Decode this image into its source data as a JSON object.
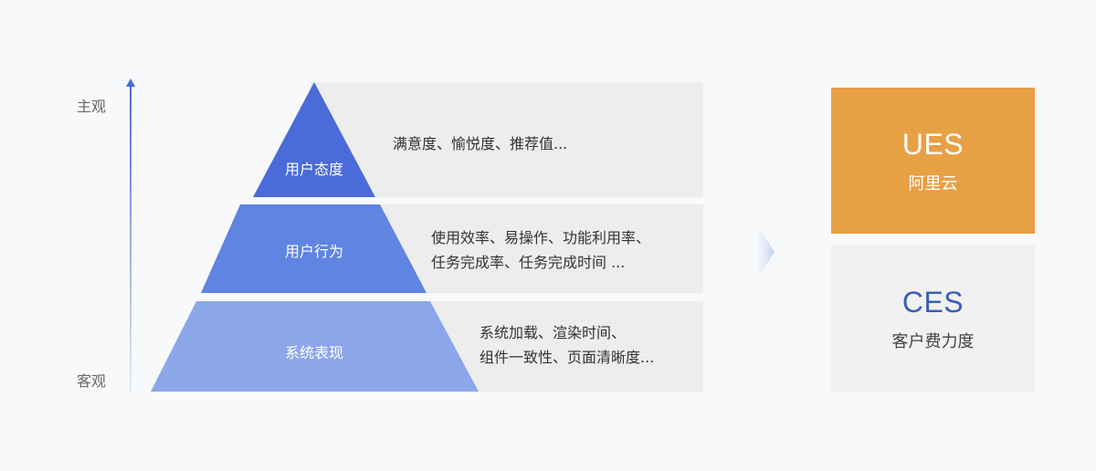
{
  "axis": {
    "top_label": "主观",
    "bottom_label": "客观",
    "color": "#4a6bd8"
  },
  "pyramid": {
    "levels": [
      {
        "label": "用户态度",
        "description_lines": [
          "满意度、愉悦度、推荐值..."
        ],
        "color": "#4a6bd8"
      },
      {
        "label": "用户行为",
        "description_lines": [
          "使用效率、易操作、功能利用率、",
          "任务完成率、任务完成时间 ..."
        ],
        "color": "#5f84e2"
      },
      {
        "label": "系统表现",
        "description_lines": [
          "系统加载、渲染时间、",
          "组件一致性、页面清晰度..."
        ],
        "color": "#8ba7ea"
      }
    ]
  },
  "arrow": {
    "icon": "chevron-right-icon"
  },
  "cards": [
    {
      "title": "UES",
      "subtitle": "阿里云",
      "bg": "#e8a044",
      "title_color": "#ffffff",
      "subtitle_color": "#ffffff"
    },
    {
      "title": "CES",
      "subtitle": "客户费力度",
      "bg": "#f1f1f1",
      "title_color": "#3a5fb8",
      "subtitle_color": "#444444"
    }
  ]
}
